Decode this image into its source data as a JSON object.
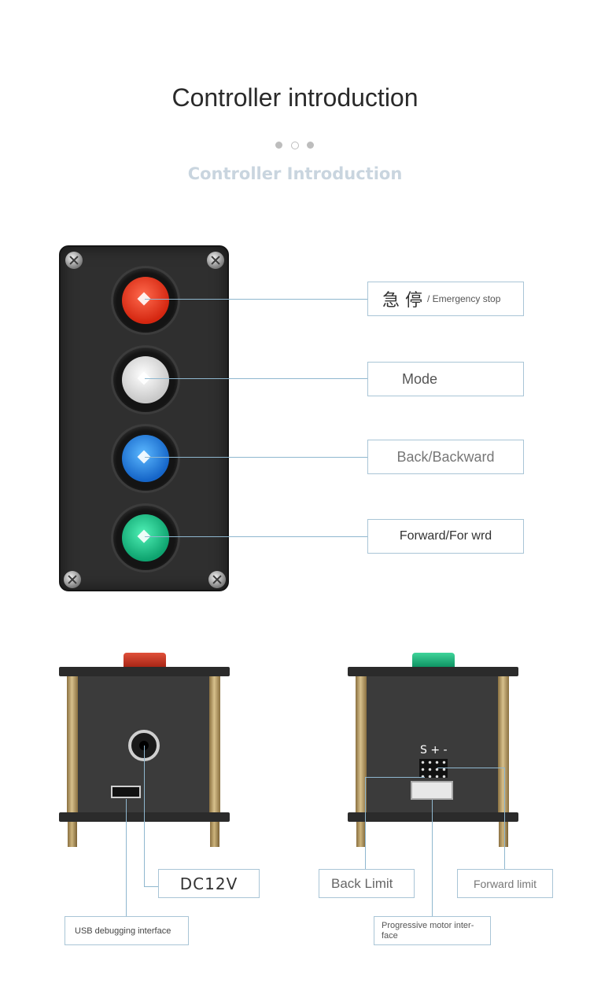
{
  "header": {
    "title": "Controller introduction",
    "subtitle": "Controller Introduction"
  },
  "front_labels": {
    "emergency_cn": "急 停",
    "emergency_en": "/ Emergency stop",
    "mode": "Mode",
    "back": "Back/Backward",
    "forward": "Forward/For wrd"
  },
  "buttons": {
    "emergency_color": "#e8321f",
    "mode_color": "#e6e6e6",
    "back_color": "#1f86e0",
    "forward_color": "#18c48a"
  },
  "side_labels": {
    "dc": "DC12V",
    "usb": "USB debugging interface",
    "back_limit": "Back Limit",
    "forward_limit": "Forward limit",
    "motor": "Progressive motor inter-face",
    "pins": "S + -"
  },
  "colors": {
    "line": "#8fb7cf",
    "box_border": "#a9c5d6",
    "subtitle": "#c9d5df"
  }
}
